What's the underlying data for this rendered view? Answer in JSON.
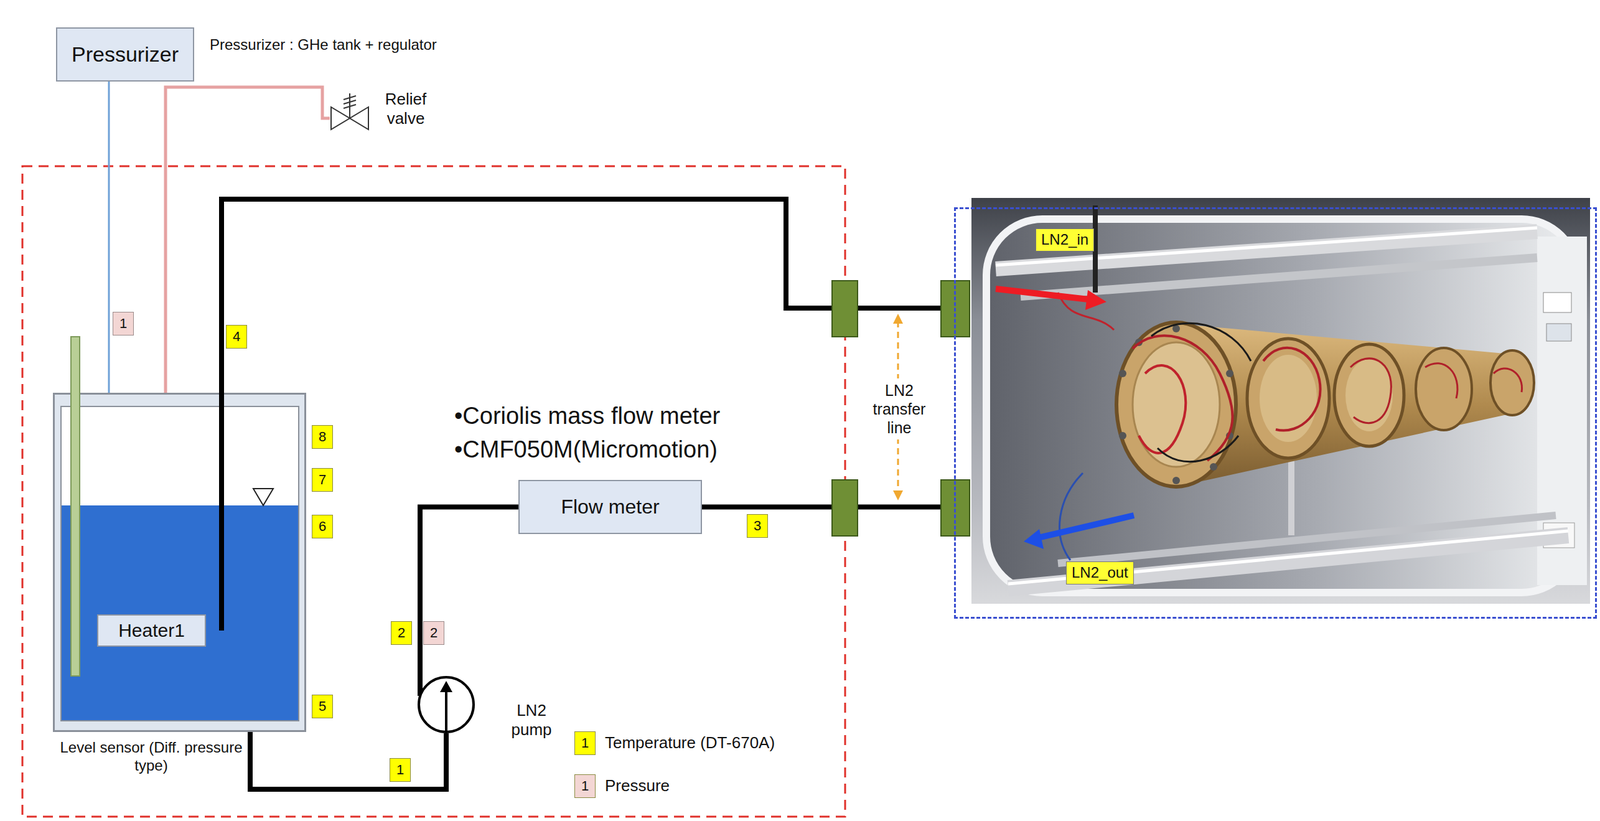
{
  "diagram": {
    "nodes": [
      {
        "text": [
          "Pressurizer"
        ]
      },
      {
        "text": [
          "Relief valve"
        ]
      },
      {
        "text": [
          "Level sensor (Diff. pressure type)"
        ]
      },
      {
        "text": [
          "Heater1"
        ],
        "in": 2
      },
      {
        "text": [
          "LN2 pump"
        ]
      },
      {
        "text": [
          "Flow meter"
        ]
      },
      {
        "text": [
          "LN2_in",
          "LN2_out"
        ]
      }
    ],
    "edges": [
      {
        "from": 0,
        "to": 2,
        "arrow": "none"
      },
      {
        "from": 2,
        "to": 1,
        "arrow": "none"
      },
      {
        "from": 2,
        "to": 4,
        "arrow": "none"
      },
      {
        "from": 4,
        "to": 5,
        "arrow": "none"
      },
      {
        "from": 5,
        "to": 6,
        "arrow": "none"
      },
      {
        "from": 2,
        "to": 6,
        "arrow": "none"
      }
    ],
    "labels": [
      "Pressurizer : GHe tank + regulator",
      "1",
      "4",
      "8",
      "7",
      "6",
      "5",
      "1",
      "2",
      "2",
      "3",
      "•Coriolis mass flow meter",
      "•CMF050M(Micromotion)",
      "LN2 transfer line",
      "1",
      "1"
    ],
    "legend": [
      {
        "text": "Temperature (DT-670A)",
        "color": "#ffff00"
      },
      {
        "text": "Pressure",
        "color": "#f3d6d4"
      }
    ]
  }
}
